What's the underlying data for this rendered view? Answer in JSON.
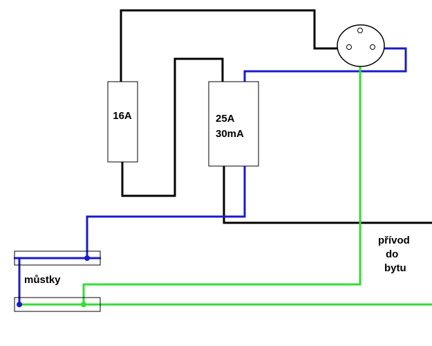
{
  "components": {
    "fuse": {
      "label": "16A"
    },
    "rcd": {
      "line1": "25A",
      "line2": "30mA"
    },
    "socket": {
      "pins": 3
    }
  },
  "labels": {
    "bridges": "můstky",
    "supply_line1": "přívod",
    "supply_line2": "do",
    "supply_line3": "bytu"
  },
  "wire_colors": {
    "phase": "#000000",
    "neutral": "#1a1acc",
    "earth": "#33dd33"
  }
}
